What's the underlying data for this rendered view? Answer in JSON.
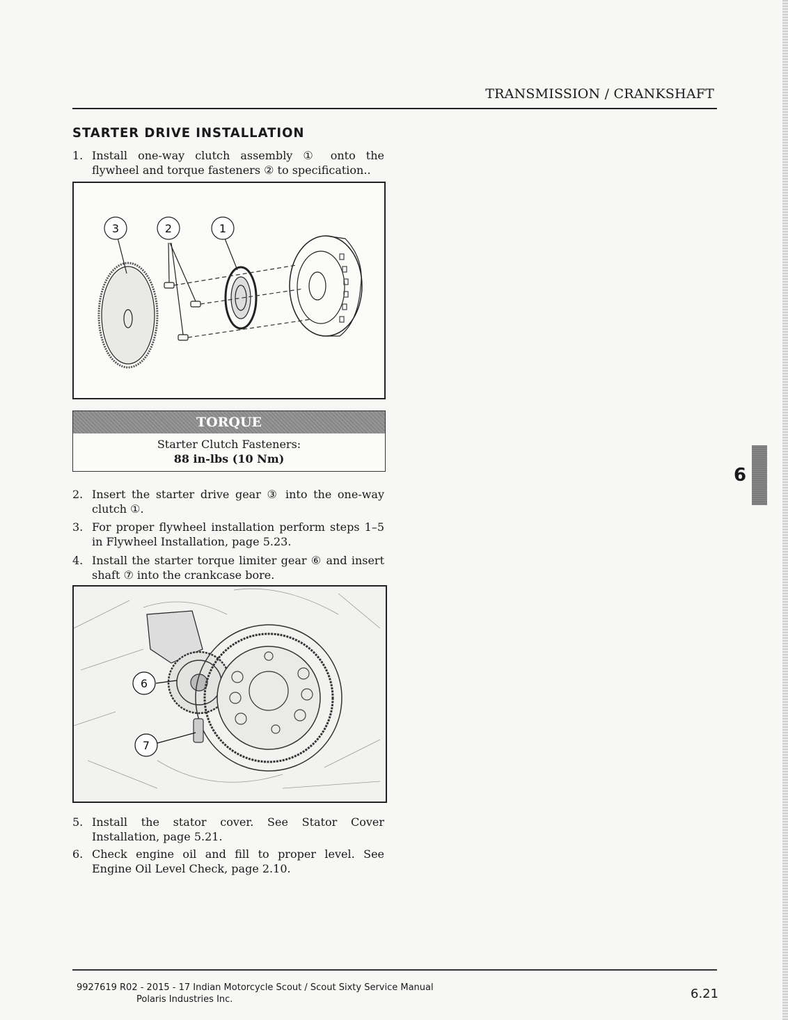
{
  "header": {
    "title": "TRANSMISSION / CRANKSHAFT"
  },
  "section": {
    "title": "STARTER DRIVE INSTALLATION"
  },
  "steps": [
    {
      "num": "1.",
      "text": "Install one-way clutch assembly ① onto the flywheel and torque fasteners ② to specification.."
    },
    {
      "num": "2.",
      "text": "Insert the starter drive gear ③ into the one-way clutch ①."
    },
    {
      "num": "3.",
      "text": "For proper flywheel installation perform steps 1–5 in Flywheel Installation, page 5.23."
    },
    {
      "num": "4.",
      "text": "Install the starter torque limiter gear ⑥ and insert shaft ⑦ into the crankcase bore."
    },
    {
      "num": "5.",
      "text": "Install the stator cover. See Stator Cover Installation, page 5.21."
    },
    {
      "num": "6.",
      "text": "Check engine oil and fill to proper level. See Engine Oil Level Check, page 2.10."
    }
  ],
  "figure1": {
    "callouts": [
      "3",
      "2",
      "1"
    ]
  },
  "torque": {
    "heading": "TORQUE",
    "item": "Starter Clutch Fasteners:",
    "value": "88 in-lbs (10 Nm)"
  },
  "figure2": {
    "callouts": [
      "6",
      "7"
    ]
  },
  "chapter": {
    "number": "6"
  },
  "footer": {
    "line1": "9927619 R02 - 2015 - 17 Indian Motorcycle Scout / Scout Sixty Service Manual",
    "line2": "Polaris Industries Inc.",
    "page": "6.21"
  }
}
